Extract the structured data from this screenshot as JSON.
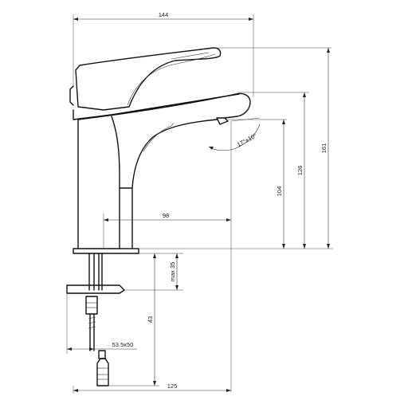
{
  "dimensions": {
    "overall_width": "144",
    "total_height": "161",
    "spout_height": "126",
    "outlet_height": "104",
    "spout_reach": "98",
    "swivel_angle": "17°±10°",
    "max_thickness": "max 35",
    "shank_length": "43",
    "washer_size": "53.5x50",
    "total_shank": "125"
  }
}
